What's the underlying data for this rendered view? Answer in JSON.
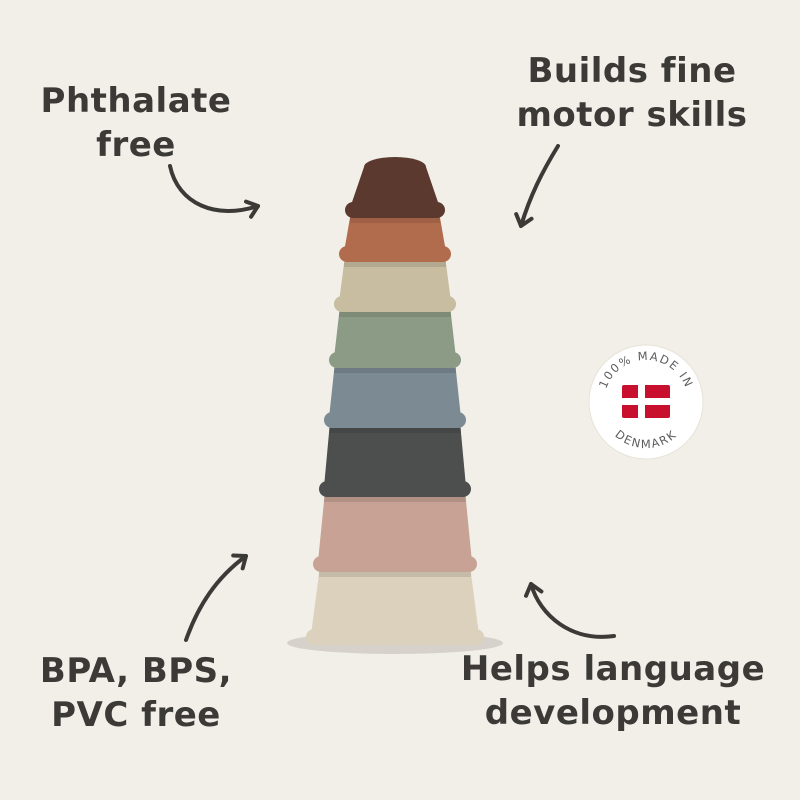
{
  "background": "#f1efe8",
  "ink": "#3b3a37",
  "annotations": {
    "phthalate_free": {
      "line1": "Phthalate",
      "line2": "free"
    },
    "fine_motor": {
      "line1": "Builds fine",
      "line2": "motor skills"
    },
    "bpa_free": {
      "line1": "BPA, BPS,",
      "line2": "PVC free"
    },
    "language": {
      "line1": "Helps language",
      "line2": "development"
    }
  },
  "badge": {
    "arc_top": "100% MADE IN",
    "arc_bottom": "DENMARK",
    "flag_red": "#c8102e",
    "flag_white": "#ffffff"
  },
  "product": {
    "name": "stacking-cups-tower",
    "cups": [
      {
        "name": "cup-1-brown",
        "color": "#5c392e"
      },
      {
        "name": "cup-2-terracotta",
        "color": "#b16b4d"
      },
      {
        "name": "cup-3-beige",
        "color": "#c8bda1"
      },
      {
        "name": "cup-4-sage",
        "color": "#8c9b85"
      },
      {
        "name": "cup-5-slate",
        "color": "#7b8a93"
      },
      {
        "name": "cup-6-charcoal",
        "color": "#4d4e4e"
      },
      {
        "name": "cup-7-rose",
        "color": "#c7a295"
      },
      {
        "name": "cup-8-cream",
        "color": "#dbd1bc"
      }
    ]
  }
}
